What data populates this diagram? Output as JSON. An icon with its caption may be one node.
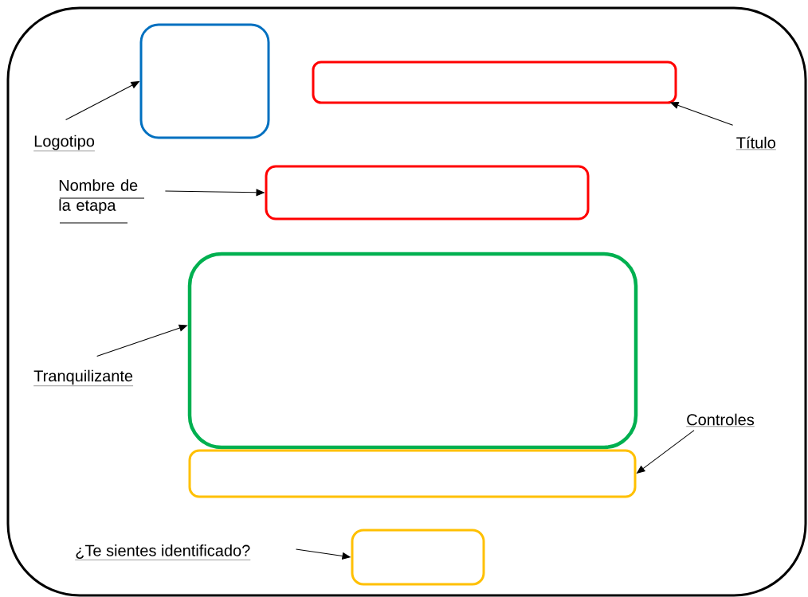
{
  "diagram": {
    "nodes": [
      {
        "text": [],
        "shape": "box"
      },
      {
        "text": [],
        "shape": "box",
        "in": 0
      },
      {
        "text": [],
        "shape": "box",
        "in": 0
      },
      {
        "text": [],
        "shape": "box",
        "in": 0
      },
      {
        "text": [],
        "shape": "box",
        "in": 0
      },
      {
        "text": [],
        "shape": "box",
        "in": 0
      },
      {
        "text": [],
        "shape": "box",
        "in": 0
      },
      {
        "text": [
          "Logotipo"
        ],
        "in": 0
      },
      {
        "text": [
          "Título"
        ],
        "in": 0
      },
      {
        "text": [
          "Nombre de la etapa"
        ],
        "in": 0
      },
      {
        "text": [
          "Tranquilizante"
        ],
        "in": 0
      },
      {
        "text": [
          "Controles"
        ],
        "in": 0
      },
      {
        "text": [
          "¿Te sientes identificado?"
        ],
        "in": 0
      }
    ],
    "edges": [
      {
        "from": 7,
        "to": 1,
        "arrow": "to"
      },
      {
        "from": 8,
        "to": 2,
        "arrow": "to"
      },
      {
        "from": 9,
        "to": 3,
        "arrow": "to"
      },
      {
        "from": 10,
        "to": 4,
        "arrow": "to"
      },
      {
        "from": 11,
        "to": 5,
        "arrow": "to"
      },
      {
        "from": 12,
        "to": 6,
        "arrow": "to"
      }
    ]
  }
}
